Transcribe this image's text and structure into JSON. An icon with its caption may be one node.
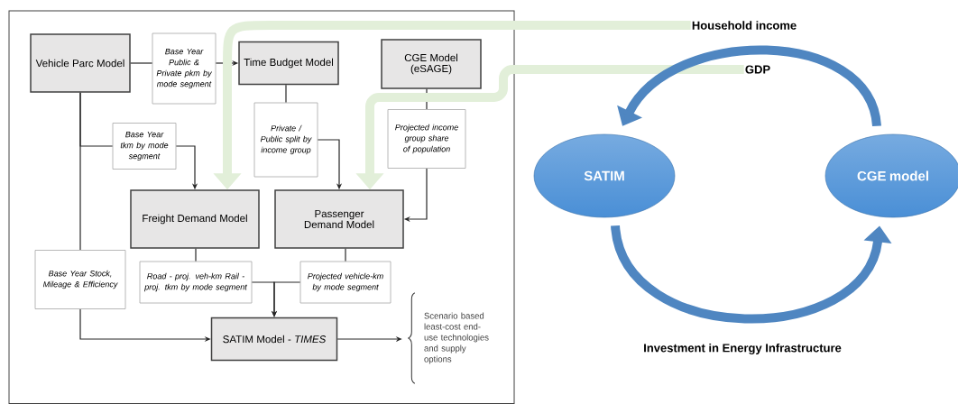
{
  "diagram": {
    "nodes": [
      {
        "text": [
          "Vehicle Parc Model"
        ]
      },
      {
        "text": [
          "Base Year Public & Private pkm by mode segment"
        ]
      },
      {
        "text": [
          "Time Budget Model"
        ]
      },
      {
        "text": [
          "CGE Model (eSAGE)"
        ]
      },
      {
        "text": [
          "Base Year tkm by mode segment"
        ]
      },
      {
        "text": [
          "Private / Public split by income group"
        ]
      },
      {
        "text": [
          "Projected income group share of population"
        ]
      },
      {
        "text": [
          "Freight Demand Model"
        ]
      },
      {
        "text": [
          "Passenger Demand Model"
        ]
      },
      {
        "text": [
          "Base Year Stock, Mileage & Efficiency"
        ]
      },
      {
        "text": [
          "Road - proj. veh-km Rail - proj. tkm by mode segment"
        ]
      },
      {
        "text": [
          "Projected vehicle-km by mode segment"
        ]
      },
      {
        "text": [
          "SATIM Model - *TIMES*"
        ]
      },
      {
        "text": [
          "Scenario based least-cost end-use technologies and supply options"
        ]
      },
      {
        "text": [
          "Household income"
        ]
      },
      {
        "text": [
          "GDP"
        ]
      },
      {
        "text": [
          "SATIM"
        ]
      },
      {
        "text": [
          "CGE model"
        ]
      }
    ],
    "edges": [
      {
        "from": 0,
        "to": 1,
        "arrow": "none"
      },
      {
        "from": 1,
        "to": 2,
        "arrow": "to"
      },
      {
        "from": 0,
        "to": 4,
        "arrow": "none"
      },
      {
        "from": 4,
        "to": 7,
        "arrow": "to"
      },
      {
        "from": 2,
        "to": 5,
        "arrow": "none"
      },
      {
        "from": 5,
        "to": 8,
        "arrow": "to"
      },
      {
        "from": 3,
        "to": 6,
        "arrow": "none"
      },
      {
        "from": 6,
        "to": 8,
        "arrow": "to"
      },
      {
        "from": 0,
        "to": 9,
        "arrow": "none"
      },
      {
        "from": 9,
        "to": 12,
        "arrow": "to"
      },
      {
        "from": 7,
        "to": 10,
        "arrow": "none"
      },
      {
        "from": 8,
        "to": 11,
        "arrow": "none"
      },
      {
        "from": 10,
        "to": 12,
        "arrow": "to"
      },
      {
        "from": 11,
        "to": 12,
        "arrow": "to"
      },
      {
        "from": 12,
        "to": 13,
        "arrow": "to"
      },
      {
        "from": 14,
        "to": 7,
        "arrow": "to",
        "style": "thick",
        "color": "#e2efd9"
      },
      {
        "from": 15,
        "to": 8,
        "arrow": "to",
        "style": "thick",
        "color": "#e2efd9"
      },
      {
        "from": 17,
        "to": 16,
        "arrow": "to",
        "style": "thick",
        "color": "#4f86c1"
      },
      {
        "from": 16,
        "to": 17,
        "arrow": "to",
        "style": "thick",
        "color": "#4f86c1"
      }
    ],
    "labels": [
      "Investment in Energy Infrastructure"
    ]
  }
}
